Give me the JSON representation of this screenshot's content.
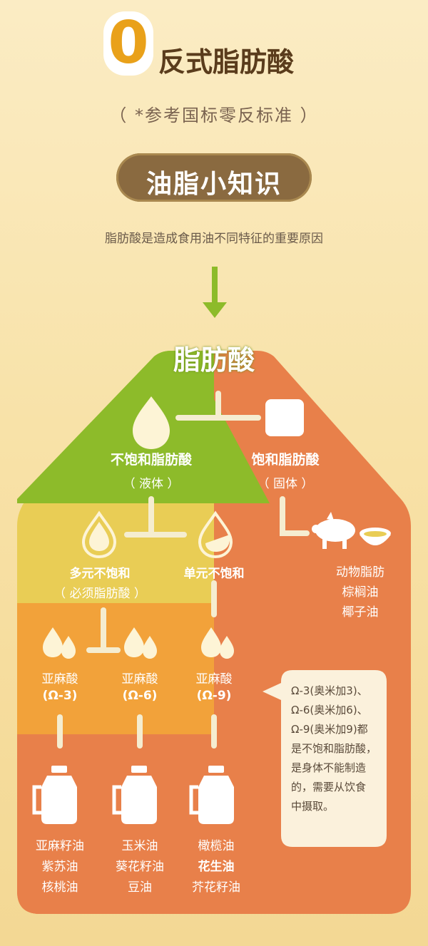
{
  "header": {
    "zero": "0",
    "title": "反式脂肪酸",
    "subtitle": "（ *参考国标零反标准 ）"
  },
  "section": {
    "pill": "油脂小知识",
    "intro": "脂肪酸是造成食用油不同特征的重要原因"
  },
  "diagram": {
    "root": "脂肪酸",
    "unsaturated": {
      "label": "不饱和脂肪酸",
      "state": "（ 液体 ）"
    },
    "saturated": {
      "label": "饱和脂肪酸",
      "state": "（ 固体 ）"
    },
    "saturated_sources": [
      "动物脂肪",
      "棕榈油",
      "椰子油"
    ],
    "poly": {
      "label": "多元不饱和",
      "note": "（ 必须脂肪酸 ）"
    },
    "mono": {
      "label": "单元不饱和"
    },
    "acids": [
      {
        "name": "亚麻酸",
        "code": "(Ω-3)"
      },
      {
        "name": "亚麻酸",
        "code": "(Ω-6)"
      },
      {
        "name": "亚麻酸",
        "code": "(Ω-9)"
      }
    ],
    "oils": [
      [
        "亚麻籽油",
        "紫苏油",
        "核桃油"
      ],
      [
        "玉米油",
        "葵花籽油",
        "豆油"
      ],
      [
        "橄榄油",
        "花生油",
        "芥花籽油"
      ]
    ],
    "note_lines": [
      "Ω-3(奥米加3)、",
      "Ω-6(奥米加6)、",
      "Ω-9(奥米加9)都",
      "是不饱和脂肪酸，",
      "是身体不能制造",
      "的，需要从饮食",
      "中摄取。"
    ]
  },
  "colors": {
    "green": "#8dbb2a",
    "orange": "#e8804a",
    "yellow": "#e9cd55",
    "amber": "#f2a23a",
    "brown": "#8a6a40",
    "accent_zero": "#e9a11a"
  },
  "icons": [
    "down-arrow-icon",
    "drop-icon",
    "square-icon",
    "pig-icon",
    "bowl-icon",
    "droplets-icon",
    "oil-bottle-icon"
  ]
}
